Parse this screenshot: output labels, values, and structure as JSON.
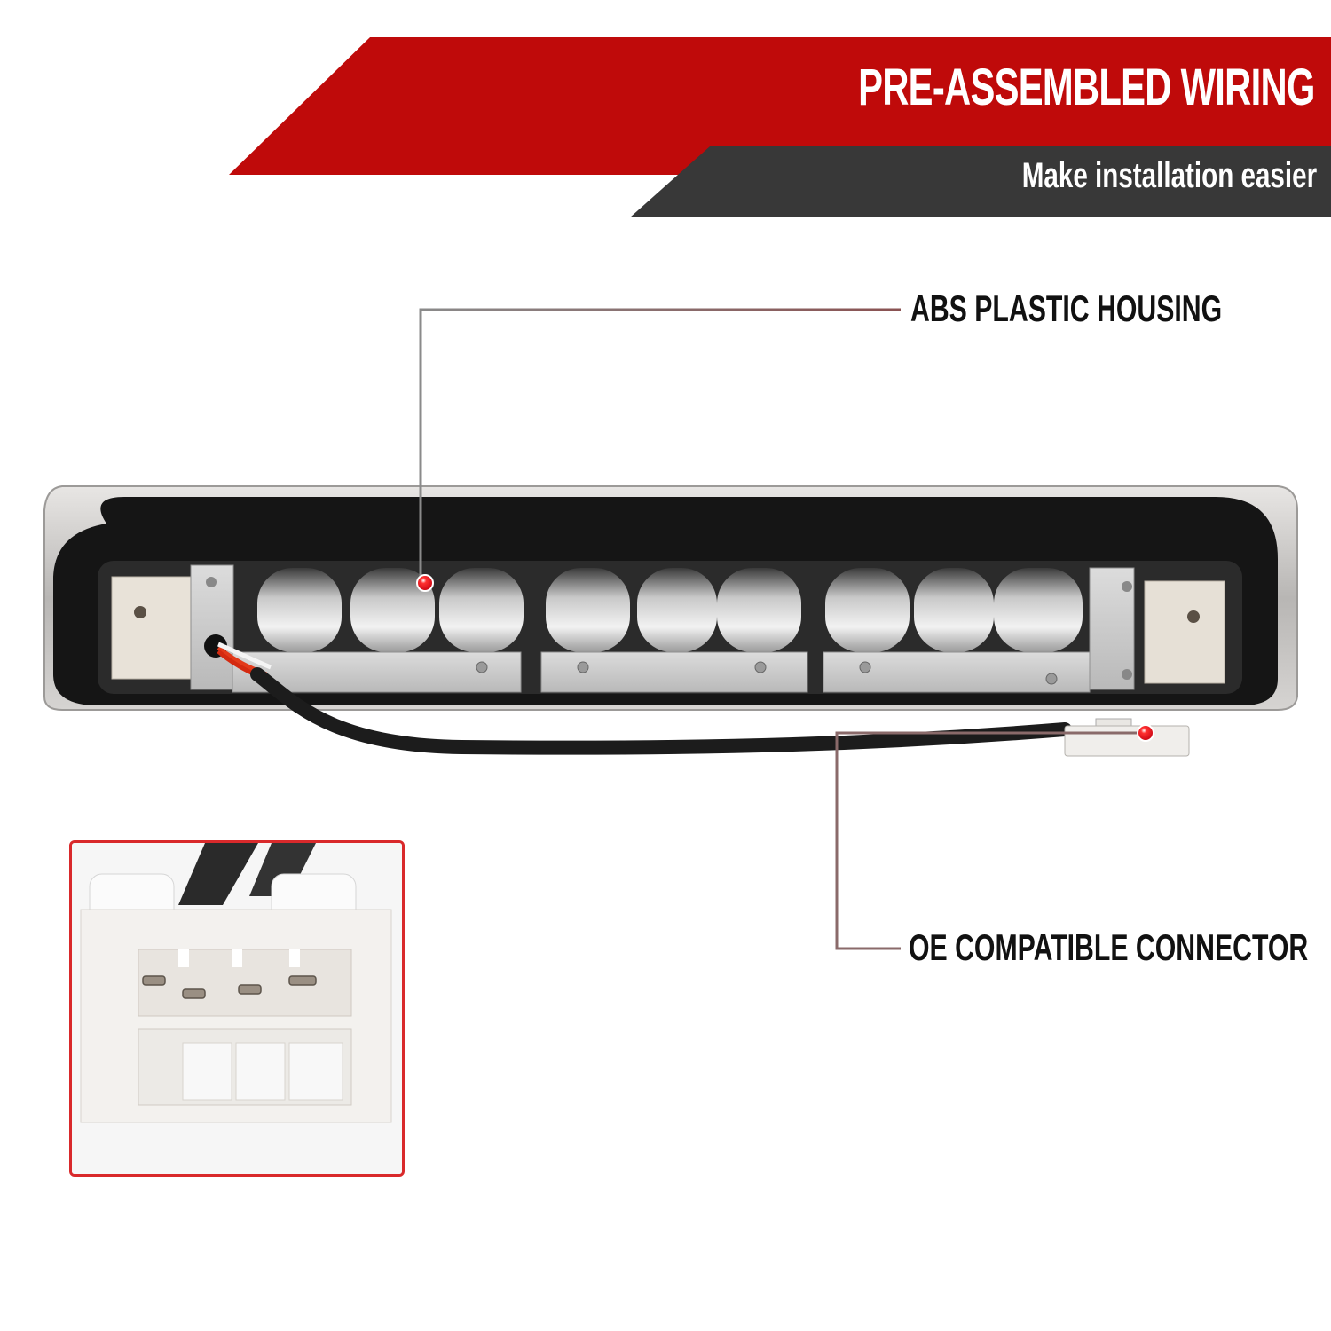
{
  "header": {
    "title": "PRE-ASSEMBLED WIRING",
    "subtitle": "Make installation easier"
  },
  "callouts": [
    {
      "label": "ABS PLASTIC HOUSING"
    },
    {
      "label": "OE COMPATIBLE CONNECTOR"
    }
  ],
  "colors": {
    "banner_red": "#bf0a0a",
    "banner_dark": "#383838",
    "marker_red": "#e00010",
    "inset_border": "#d9292b",
    "leader_line": "#8a7a7a"
  },
  "product": {
    "name": "third brake light assembly",
    "led_segments": 9,
    "connector_pins": 4
  }
}
